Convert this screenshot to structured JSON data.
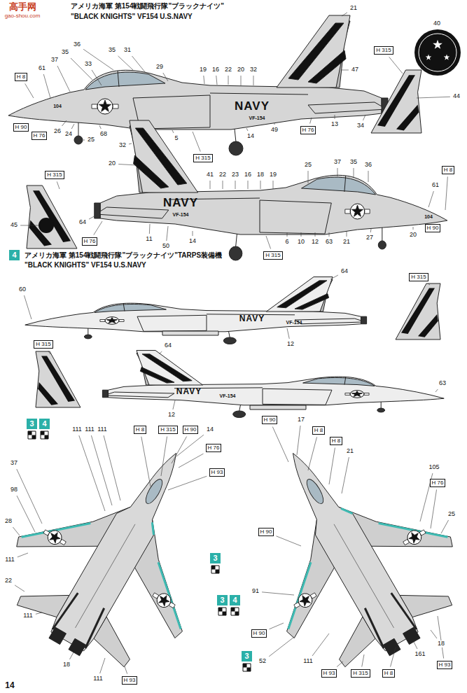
{
  "diagram": {
    "title": "アメリカ海軍 第154戦闘飛行隊\"ブラックナイツ\"",
    "nodes": [
      {
        "text": [
          "4"
        ]
      },
      {
        "text": [
          "3"
        ]
      },
      {
        "text": [
          "4"
        ]
      },
      {
        "text": [
          "3"
        ]
      },
      {
        "text": [
          "3"
        ]
      },
      {
        "text": [
          "4"
        ]
      },
      {
        "text": [
          "3"
        ]
      }
    ],
    "labels": [
      "\"BLACK KNIGHTS\" VF154 U.S.NAVY",
      "H 8",
      "61",
      "37",
      "35",
      "36",
      "33",
      "35",
      "31",
      "29",
      "19",
      "16",
      "22",
      "20",
      "32",
      "47",
      "21",
      "H 90",
      "H 76",
      "26",
      "24",
      "25",
      "68",
      "5",
      "H 315",
      "14",
      "49",
      "H 76",
      "13",
      "34",
      "H 315",
      "40",
      "44",
      "NAVY",
      "VF-154",
      "104",
      "H 315",
      "45",
      "32",
      "20",
      "41",
      "22",
      "23",
      "16",
      "18",
      "19",
      "25",
      "37",
      "35",
      "36",
      "61",
      "H 8",
      "64",
      "H 76",
      "11",
      "50",
      "14",
      "H 315",
      "6",
      "10",
      "12",
      "63",
      "21",
      "27",
      "20",
      "H 90",
      "NAVY",
      "VF-154",
      "104",
      "アメリカ海軍 第154戦闘飛行隊\"ブラックナイツ\"TARPS装備機",
      "\"BLACK KNIGHTS\" VF154 U.S.NAVY",
      "64",
      "60",
      "12",
      "H 315",
      "NAVY",
      "VF-154",
      "64",
      "H 315",
      "63",
      "12",
      "NAVY",
      "VF-154",
      "111",
      "111",
      "111",
      "H 8",
      "H 315",
      "H 90",
      "14",
      "H 76",
      "H 93",
      "37",
      "98",
      "28",
      "111",
      "22",
      "111",
      "18",
      "111",
      "H 93",
      "H 90",
      "17",
      "H 8",
      "H 8",
      "21",
      "105",
      "H 76",
      "25",
      "H 90",
      "91",
      "H 90",
      "52",
      "111",
      "H 93",
      "H 315",
      "H 8",
      "161",
      "18",
      "H 93",
      "14",
      "高手网",
      "gao-shou.com"
    ]
  }
}
